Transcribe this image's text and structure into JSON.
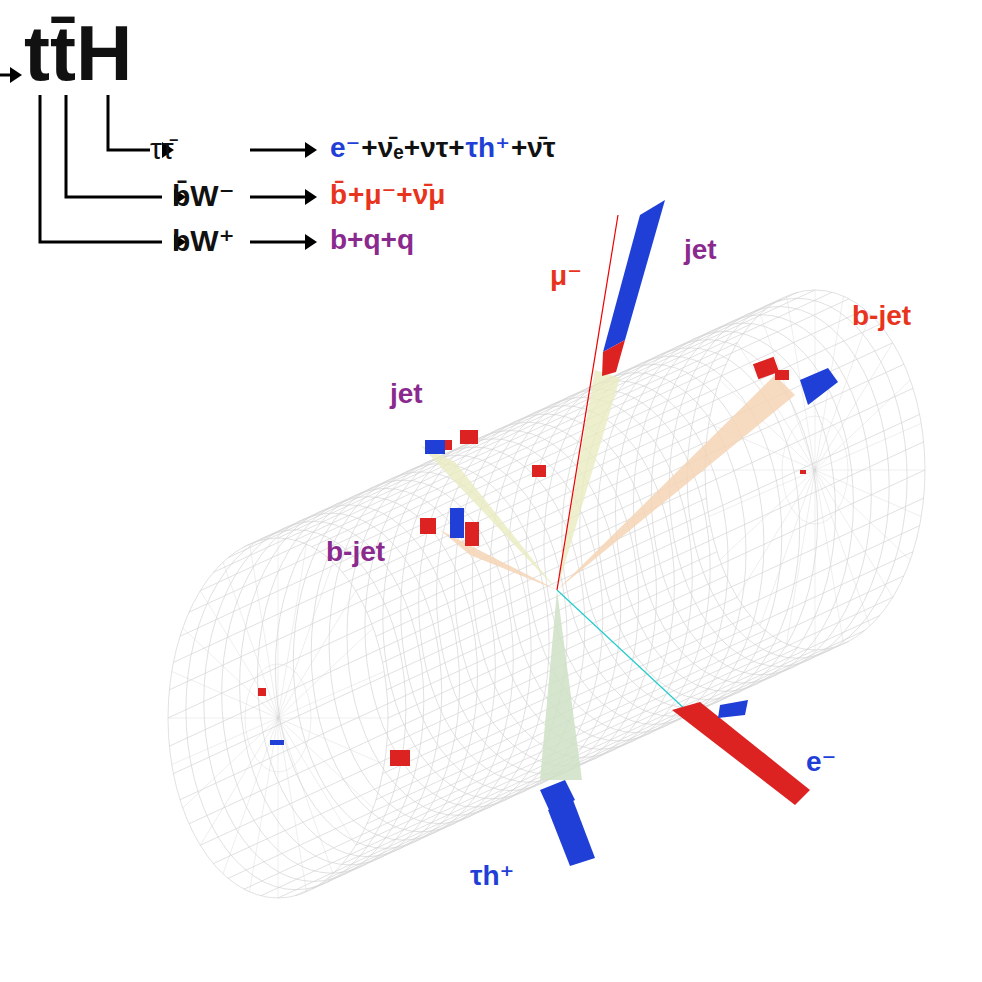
{
  "diagram": {
    "labels": [
      "tt̄H",
      "ττ̄",
      "e⁻",
      "+ν̄ₑ+ντ+",
      "τh⁺",
      "+ν̄τ",
      "b̄W⁻",
      "b̄",
      "+μ⁻+ν̄μ",
      "bW⁺",
      "b+q+q",
      "μ⁻",
      "jet",
      "b-jet",
      "jet",
      "b-jet",
      "e⁻",
      "τh⁺"
    ]
  }
}
